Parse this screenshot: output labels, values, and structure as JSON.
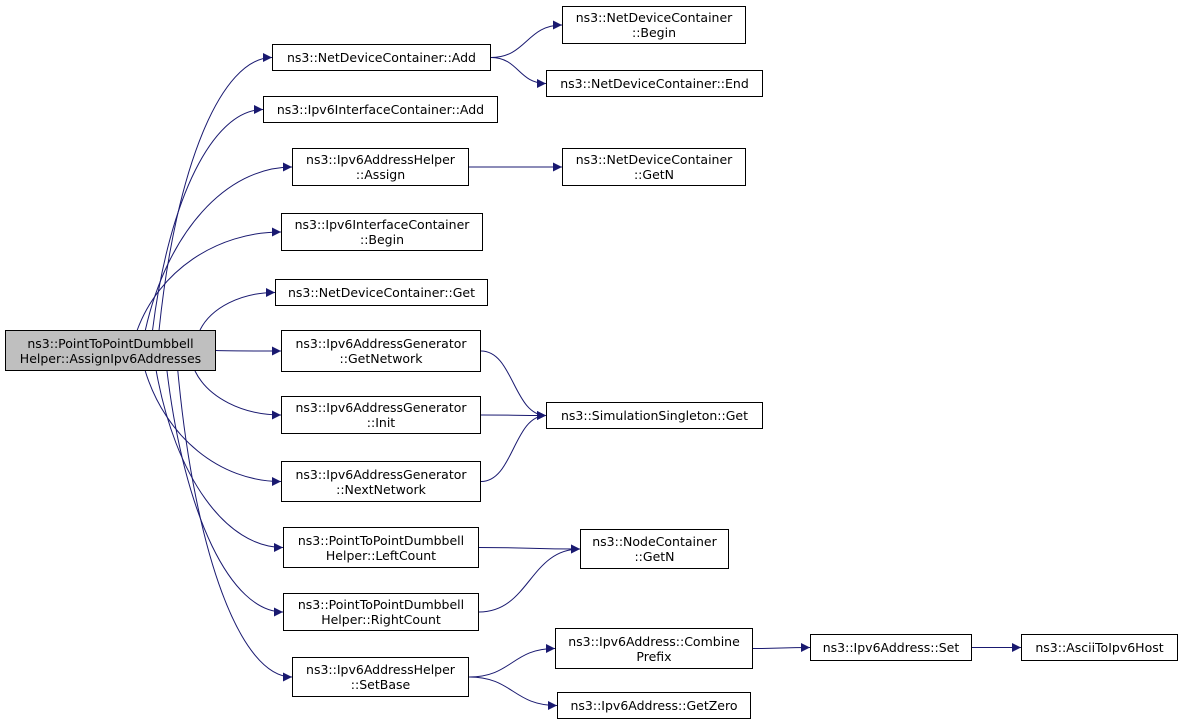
{
  "diagram": {
    "type": "call-graph",
    "colors": {
      "edge": "#191970",
      "root_fill": "#bfbfbf",
      "node_fill": "#ffffff",
      "border": "#000000"
    },
    "nodes": [
      {
        "id": "root",
        "lines": [
          "ns3::PointToPointDumbbell",
          "Helper::AssignIpv6Addresses"
        ],
        "root": true
      },
      {
        "id": "ndc_add",
        "lines": [
          "ns3::NetDeviceContainer::Add"
        ]
      },
      {
        "id": "ndc_begin",
        "lines": [
          "ns3::NetDeviceContainer",
          "::Begin"
        ]
      },
      {
        "id": "ndc_end",
        "lines": [
          "ns3::NetDeviceContainer::End"
        ]
      },
      {
        "id": "iic_add",
        "lines": [
          "ns3::Ipv6InterfaceContainer::Add"
        ]
      },
      {
        "id": "iah_assign",
        "lines": [
          "ns3::Ipv6AddressHelper",
          "::Assign"
        ]
      },
      {
        "id": "ndc_getn",
        "lines": [
          "ns3::NetDeviceContainer",
          "::GetN"
        ]
      },
      {
        "id": "iic_begin",
        "lines": [
          "ns3::Ipv6InterfaceContainer",
          "::Begin"
        ]
      },
      {
        "id": "ndc_get",
        "lines": [
          "ns3::NetDeviceContainer::Get"
        ]
      },
      {
        "id": "iag_getnetwork",
        "lines": [
          "ns3::Ipv6AddressGenerator",
          "::GetNetwork"
        ]
      },
      {
        "id": "sim_get",
        "lines": [
          "ns3::SimulationSingleton::Get"
        ]
      },
      {
        "id": "iag_init",
        "lines": [
          "ns3::Ipv6AddressGenerator",
          "::Init"
        ]
      },
      {
        "id": "iag_next",
        "lines": [
          "ns3::Ipv6AddressGenerator",
          "::NextNetwork"
        ]
      },
      {
        "id": "left",
        "lines": [
          "ns3::PointToPointDumbbell",
          "Helper::LeftCount"
        ]
      },
      {
        "id": "nc_getn",
        "lines": [
          "ns3::NodeContainer",
          "::GetN"
        ]
      },
      {
        "id": "right",
        "lines": [
          "ns3::PointToPointDumbbell",
          "Helper::RightCount"
        ]
      },
      {
        "id": "iah_setbase",
        "lines": [
          "ns3::Ipv6AddressHelper",
          "::SetBase"
        ]
      },
      {
        "id": "ia_combine",
        "lines": [
          "ns3::Ipv6Address::Combine",
          "Prefix"
        ]
      },
      {
        "id": "ia_set",
        "lines": [
          "ns3::Ipv6Address::Set"
        ]
      },
      {
        "id": "ascii",
        "lines": [
          "ns3::AsciiToIpv6Host"
        ]
      },
      {
        "id": "ia_getzero",
        "lines": [
          "ns3::Ipv6Address::GetZero"
        ]
      }
    ],
    "edges": [
      [
        "root",
        "ndc_add"
      ],
      [
        "root",
        "iic_add"
      ],
      [
        "root",
        "iah_assign"
      ],
      [
        "root",
        "iic_begin"
      ],
      [
        "root",
        "ndc_get"
      ],
      [
        "root",
        "iag_getnetwork"
      ],
      [
        "root",
        "iag_init"
      ],
      [
        "root",
        "iag_next"
      ],
      [
        "root",
        "left"
      ],
      [
        "root",
        "right"
      ],
      [
        "root",
        "iah_setbase"
      ],
      [
        "ndc_add",
        "ndc_begin"
      ],
      [
        "ndc_add",
        "ndc_end"
      ],
      [
        "iah_assign",
        "ndc_getn"
      ],
      [
        "iag_getnetwork",
        "sim_get"
      ],
      [
        "iag_init",
        "sim_get"
      ],
      [
        "iag_next",
        "sim_get"
      ],
      [
        "left",
        "nc_getn"
      ],
      [
        "right",
        "nc_getn"
      ],
      [
        "iah_setbase",
        "ia_combine"
      ],
      [
        "iah_setbase",
        "ia_getzero"
      ],
      [
        "ia_combine",
        "ia_set"
      ],
      [
        "ia_set",
        "ascii"
      ]
    ]
  }
}
